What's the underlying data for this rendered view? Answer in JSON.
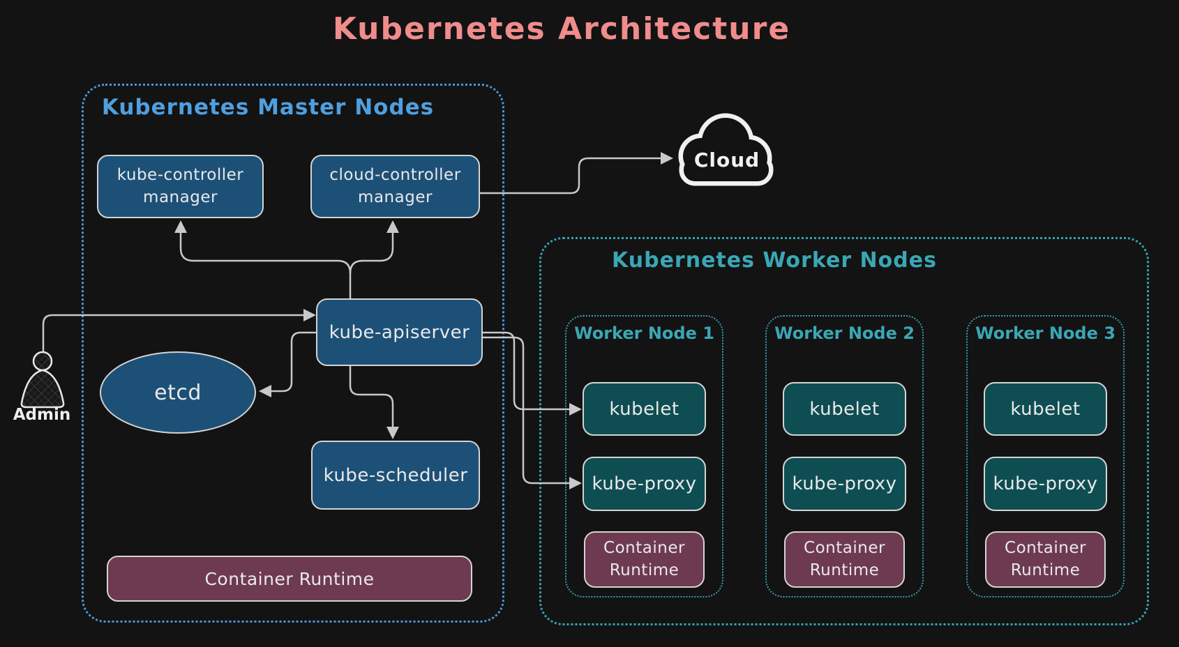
{
  "title": "Kubernetes Architecture",
  "admin": {
    "label": "Admin"
  },
  "cloud": {
    "label": "Cloud"
  },
  "master": {
    "title": "Kubernetes Master Nodes",
    "kube_controller_manager": "kube-controller\nmanager",
    "cloud_controller_manager": "cloud-controller\nmanager",
    "kube_apiserver": "kube-apiserver",
    "etcd": "etcd",
    "kube_scheduler": "kube-scheduler",
    "container_runtime": "Container Runtime"
  },
  "workers": {
    "title": "Kubernetes Worker Nodes",
    "nodes": [
      {
        "title": "Worker Node 1",
        "kubelet": "kubelet",
        "kube_proxy": "kube-proxy",
        "container_runtime": "Container\nRuntime"
      },
      {
        "title": "Worker Node 2",
        "kubelet": "kubelet",
        "kube_proxy": "kube-proxy",
        "container_runtime": "Container\nRuntime"
      },
      {
        "title": "Worker Node 3",
        "kubelet": "kubelet",
        "kube_proxy": "kube-proxy",
        "container_runtime": "Container\nRuntime"
      }
    ]
  },
  "colors": {
    "background": "#131313",
    "title": "#f08c8c",
    "master_accent": "#4f9fe0",
    "worker_accent": "#35a2b0",
    "blue_node_fill": "#1d5077",
    "teal_node_fill": "#0e4e53",
    "maroon_node_fill": "#6e3a51",
    "node_border": "#d4d4d4",
    "node_text": "#e9e9e9",
    "arrow": "#c9c9c9"
  }
}
